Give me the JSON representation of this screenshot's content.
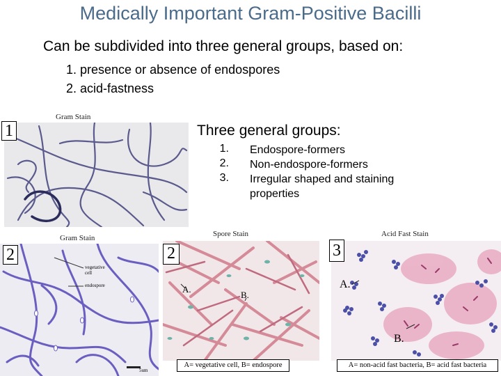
{
  "title": "Medically Important Gram-Positive Bacilli",
  "subtitle": "Can be subdivided into three general groups, based on:",
  "criteria": [
    "1. presence or absence of endospores",
    "2. acid-fastness"
  ],
  "groups": {
    "heading": "Three general groups:",
    "items": [
      {
        "num": "1.",
        "text": "Endospore-formers"
      },
      {
        "num": "2.",
        "text": "Non-endospore-formers"
      },
      {
        "num": "3.",
        "text": "Irregular shaped and staining properties"
      }
    ]
  },
  "images": {
    "gram1": {
      "label": "Gram Stain",
      "number": "1"
    },
    "gram2": {
      "label": "Gram Stain",
      "number": "2",
      "annotations": [
        "vegetative cell",
        "endospore",
        "5um"
      ]
    },
    "spore": {
      "label": "Spore Stain",
      "number": "2",
      "marker_a": "A.",
      "marker_b": "B.",
      "caption": "A= vegetative cell, B= endospore"
    },
    "acidfast": {
      "label": "Acid Fast Stain",
      "number": "3",
      "marker_a": "A.",
      "marker_b": "B.",
      "caption": "A= non-acid fast bacteria, B= acid fast bacteria"
    }
  }
}
